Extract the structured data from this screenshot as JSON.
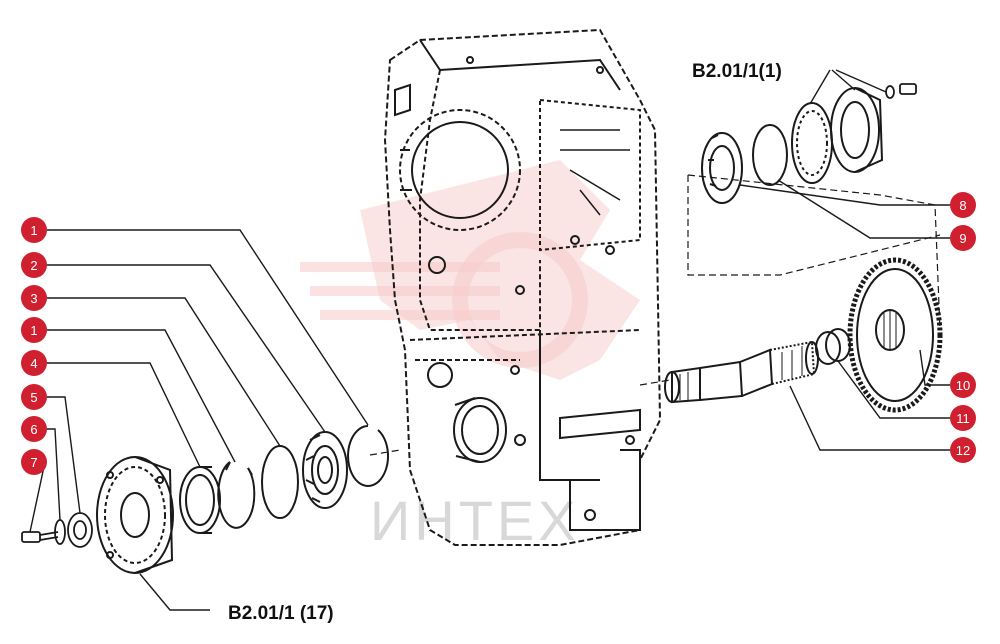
{
  "colors": {
    "callout_fill": "#d0202f",
    "ink": "#1a1a1a",
    "watermark_logo": "#f6c8c8",
    "watermark_text": "#d8d8d8"
  },
  "watermark": {
    "text": "ИНТЕХ"
  },
  "references": {
    "top": "B2.01/1(1)",
    "bottom": "B2.01/1 (17)"
  },
  "callouts": [
    "1",
    "2",
    "3",
    "1",
    "4",
    "5",
    "6",
    "7",
    "8",
    "9",
    "10",
    "11",
    "12"
  ]
}
